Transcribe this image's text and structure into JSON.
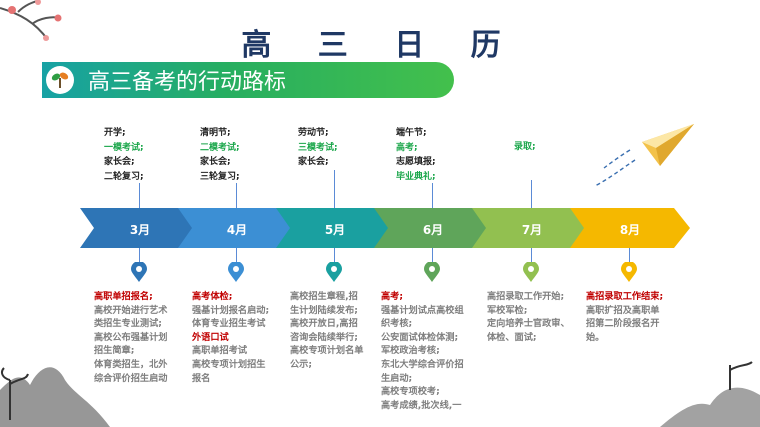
{
  "title": "高 三 日 历",
  "banner": {
    "text": "高三备考的行动路标"
  },
  "months": [
    {
      "label": "3月",
      "color": "#2e75b6"
    },
    {
      "label": "4月",
      "color": "#3c8fd4"
    },
    {
      "label": "5月",
      "color": "#1aa0a0"
    },
    {
      "label": "6月",
      "color": "#5fa55a"
    },
    {
      "label": "7月",
      "color": "#92c050"
    },
    {
      "label": "8月",
      "color": "#f5b800"
    }
  ],
  "top": [
    {
      "lines": [
        {
          "t": "开学;",
          "g": false
        },
        {
          "t": "一模考试;",
          "g": true
        },
        {
          "t": "家长会;",
          "g": false
        },
        {
          "t": "二轮复习;",
          "g": false
        }
      ]
    },
    {
      "lines": [
        {
          "t": "清明节;",
          "g": false
        },
        {
          "t": "二模考试;",
          "g": true
        },
        {
          "t": "家长会;",
          "g": false
        },
        {
          "t": "三轮复习;",
          "g": false
        }
      ]
    },
    {
      "lines": [
        {
          "t": "劳动节;",
          "g": false
        },
        {
          "t": "三模考试;",
          "g": true
        },
        {
          "t": "家长会;",
          "g": false
        }
      ]
    },
    {
      "lines": [
        {
          "t": "端午节;",
          "g": false
        },
        {
          "t": "高考;",
          "g": true
        },
        {
          "t": "志愿填报;",
          "g": false
        },
        {
          "t": "毕业典礼;",
          "g": true
        }
      ]
    },
    {
      "lines": [
        {
          "t": "录取;",
          "g": true
        }
      ]
    }
  ],
  "bottom": [
    {
      "lines": [
        {
          "t": "高职单招报名;",
          "r": true
        },
        {
          "t": "高校开始进行艺术",
          "r": false
        },
        {
          "t": "类招生专业测试;",
          "r": false
        },
        {
          "t": "高校公布强基计划",
          "r": false
        },
        {
          "t": "招生简章;",
          "r": false
        },
        {
          "t": "体育类招生，北外",
          "r": false
        },
        {
          "t": "综合评价招生启动",
          "r": false
        }
      ]
    },
    {
      "lines": [
        {
          "t": "高考体检;",
          "r": true
        },
        {
          "t": "强基计划报名启动;",
          "r": false
        },
        {
          "t": "体育专业招生考试",
          "r": false
        },
        {
          "t": "外语口试",
          "r": true
        },
        {
          "t": "高职单招考试",
          "r": false
        },
        {
          "t": "高校专项计划招生",
          "r": false
        },
        {
          "t": "报名",
          "r": false
        }
      ]
    },
    {
      "lines": [
        {
          "t": "高校招生章程,招",
          "r": false
        },
        {
          "t": "生计划陆续发布;",
          "r": false
        },
        {
          "t": "高校开放日,高招",
          "r": false
        },
        {
          "t": "咨询会陆续举行;",
          "r": false
        },
        {
          "t": "高校专项计划名单",
          "r": false
        },
        {
          "t": "公示;",
          "r": false
        }
      ]
    },
    {
      "lines": [
        {
          "t": "高考;",
          "r": true
        },
        {
          "t": "强基计划试点高校组",
          "r": false
        },
        {
          "t": "织考核;",
          "r": false
        },
        {
          "t": "公安面试体检体测;",
          "r": false
        },
        {
          "t": "军校政治考核;",
          "r": false
        },
        {
          "t": "东北大学综合评价招",
          "r": false
        },
        {
          "t": "生启动;",
          "r": false
        },
        {
          "t": "高校专项校考;",
          "r": false
        },
        {
          "t": "高考成绩,批次线,一",
          "r": false
        }
      ]
    },
    {
      "lines": [
        {
          "t": "高招录取工作开始;",
          "r": false
        },
        {
          "t": "军校军检;",
          "r": false
        },
        {
          "t": "定向培养士官政审、",
          "r": false
        },
        {
          "t": "体检、面试;",
          "r": false
        }
      ]
    },
    {
      "lines": [
        {
          "t": "高招录取工作结束;",
          "r": true
        },
        {
          "t": "高职扩招及高职单",
          "r": false
        },
        {
          "t": "招第二阶段报名开",
          "r": false
        },
        {
          "t": "始。",
          "r": false
        }
      ]
    }
  ]
}
